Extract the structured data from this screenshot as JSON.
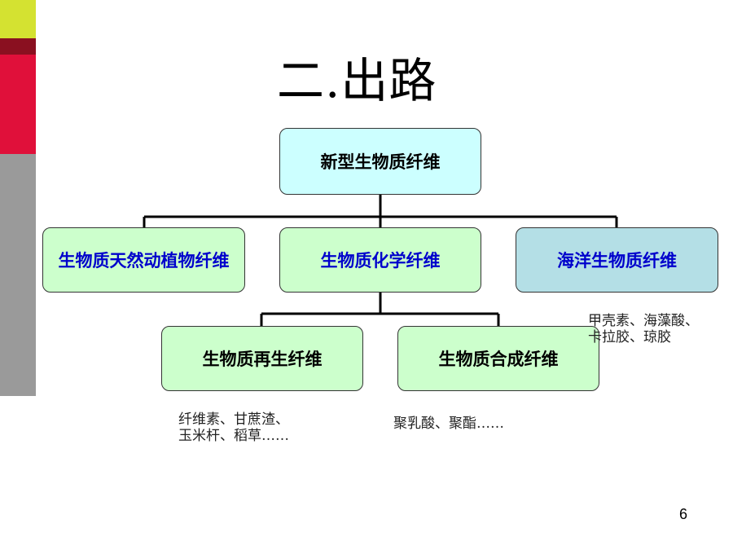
{
  "slide": {
    "title": "二.出路",
    "page_number": "6"
  },
  "diagram": {
    "root": "新型生物质纤维",
    "level1": {
      "left": "生物质天然动植物纤维",
      "center": "生物质化学纤维",
      "right": "海洋生物质纤维"
    },
    "level2": {
      "left": "生物质再生纤维",
      "right": "生物质合成纤维"
    },
    "notes": {
      "marine": "甲壳素、海藻酸、\n卡拉胶、琼胶",
      "regenerated": "纤维素、甘蔗渣、\n玉米杆、稻草……",
      "synthetic": "聚乳酸、聚酯……"
    }
  },
  "colors": {
    "root_fill": "#ccffff",
    "node_fill": "#ccffcc",
    "marine_fill": "#b4dfe6",
    "blue_text": "#0000cc",
    "strip_lime": "#d4e231",
    "strip_darkred": "#8a1020",
    "strip_red": "#e0103a",
    "strip_gray": "#9a9a9a"
  }
}
